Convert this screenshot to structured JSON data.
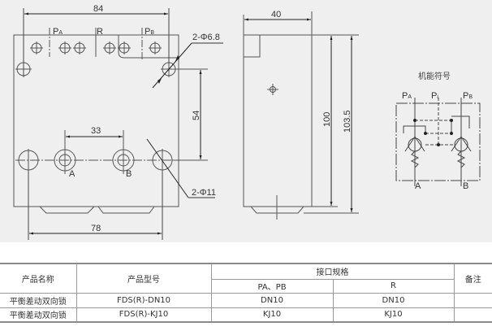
{
  "front_view": {
    "dims": {
      "width_top": "84",
      "hole_spacing": "33",
      "width_bottom": "78",
      "height_54": "54"
    },
    "callouts": {
      "small_holes": "2-Φ6.8",
      "large_holes": "2-Φ11"
    },
    "port_labels": {
      "pa_main": "P",
      "pa_sub": "A",
      "r": "R",
      "pb_main": "P",
      "pb_sub": "B",
      "a": "A",
      "b": "B"
    }
  },
  "side_view": {
    "dims": {
      "width": "40",
      "height_100": "100",
      "height_103_5": "103.5"
    }
  },
  "symbol": {
    "title": "机能符号",
    "labels": {
      "pa_main": "P",
      "pa_sub": "A",
      "pi_main": "P",
      "pi_sub": "i",
      "pb_main": "P",
      "pb_sub": "B",
      "a": "A",
      "b": "B"
    }
  },
  "table": {
    "headers": {
      "name": "产品名称",
      "model": "产品型号",
      "port_spec": "接口规格",
      "pa_pb": "PA、PB",
      "r": "R",
      "remarks": "备注"
    },
    "rows": [
      {
        "name": "平衡差动双向锁",
        "model": "FDS(R)-DN10",
        "pa_pb": "DN10",
        "r": "DN10",
        "remarks": ""
      },
      {
        "name": "平衡差动双向锁",
        "model": "FDS(R)-KJ10",
        "pa_pb": "KJ10",
        "r": "KJ10",
        "remarks": ""
      }
    ]
  }
}
